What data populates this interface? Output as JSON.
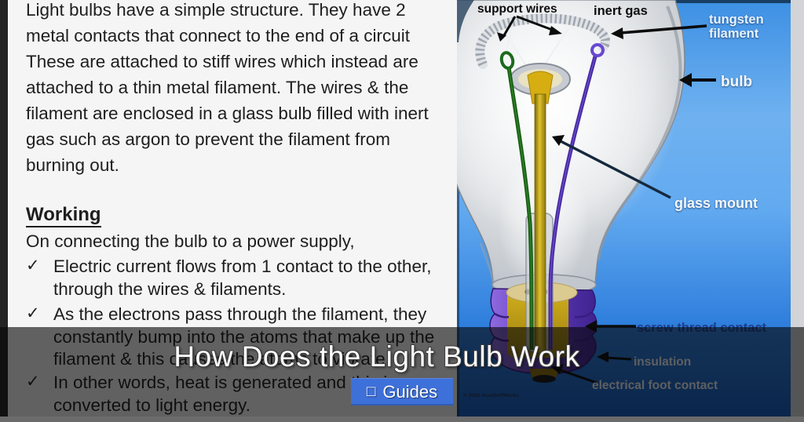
{
  "slide": {
    "body_paragraph": "Light bulbs have a simple structure. They have 2\nmetal contacts that connect to the end of a circuit\nThese are attached to stiff wires which instead are\nattached to a thin metal filament. The wires & the\nfilament are enclosed in a glass bulb filled with inert\ngas such as argon to prevent the filament from\nburning out.",
    "working_heading": "Working",
    "working_intro": "On connecting the bulb to a power supply,",
    "bullets": [
      {
        "check": "✓",
        "text": "Electric current flows from 1 contact to the other,\nthrough the wires & filaments."
      },
      {
        "check": "✓",
        "text": "As the electrons pass through the filament, they\nconstantly bump into the atoms that make up the\nfilament & this causes the atoms to vibrate."
      },
      {
        "check": "✓",
        "text": "In other words, heat is generated and this is\nconverted to light energy."
      }
    ]
  },
  "diagram": {
    "labels": {
      "support_wires": "support wires",
      "inert_gas": "inert gas",
      "tungsten_line1": "tungsten",
      "tungsten_line2": "filament",
      "bulb": "bulb",
      "glass_mount": "glass mount",
      "screw_thread_contact": "screw thread contact",
      "insulation": "insulation",
      "electrical_foot_contact": "electrical foot contact",
      "copyright": "© 2002 HowStuffWorks"
    }
  },
  "overlay": {
    "title": "How Does the Light Bulb Work",
    "guides_button": {
      "icon_glyph": "□",
      "label": "Guides"
    }
  },
  "colors": {
    "guides_button_blue": "#3e70d9",
    "overlay_scrim": "rgba(6,6,6,0.62)",
    "diagram_sky_top": "#3d90e4",
    "diagram_sky_mid": "#6fb1f0",
    "diagram_sky_bottom": "#1259bd",
    "title_text": "#ffffff",
    "body_text": "#1e1e1e",
    "dark_label_blue": "#1e3f8f"
  }
}
